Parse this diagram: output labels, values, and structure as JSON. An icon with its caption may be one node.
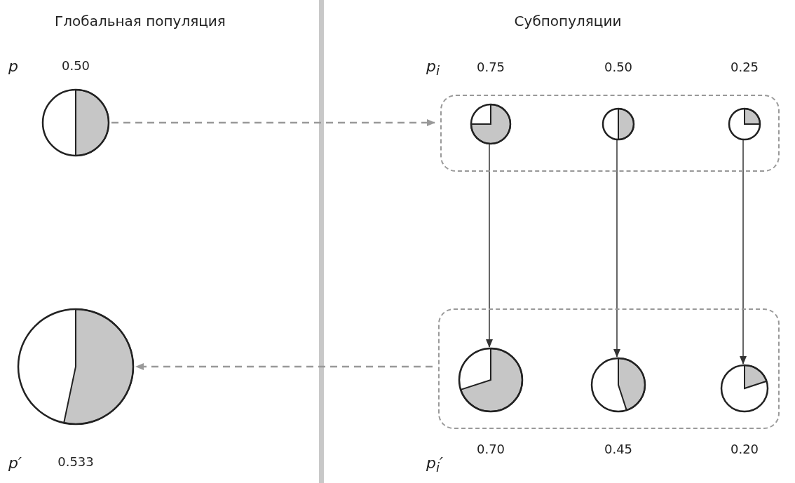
{
  "diagram": {
    "nodes": [
      {
        "text": [],
        "shape": "circle",
        "beside": [
          "0.50"
        ]
      },
      {
        "text": [],
        "shape": "box"
      },
      {
        "text": [],
        "shape": "circle",
        "beside": [
          "0.75"
        ],
        "in": 1
      },
      {
        "text": [],
        "shape": "circle",
        "beside": [
          "0.50"
        ],
        "in": 1
      },
      {
        "text": [],
        "shape": "circle",
        "beside": [
          "0.25"
        ],
        "in": 1
      },
      {
        "text": [],
        "shape": "box"
      },
      {
        "text": [],
        "shape": "circle",
        "beside": [
          "0.70"
        ],
        "in": 5
      },
      {
        "text": [],
        "shape": "circle",
        "beside": [
          "0.45"
        ],
        "in": 5
      },
      {
        "text": [],
        "shape": "circle",
        "beside": [
          "0.20"
        ],
        "in": 5
      },
      {
        "text": [],
        "shape": "circle",
        "beside": [
          "0.533"
        ]
      }
    ],
    "edges": [
      {
        "from": 0,
        "to": 1,
        "arrow": "to",
        "style": "dashed",
        "color": "#999999"
      },
      {
        "from": 2,
        "to": 6,
        "arrow": "to"
      },
      {
        "from": 3,
        "to": 7,
        "arrow": "to"
      },
      {
        "from": 4,
        "to": 8,
        "arrow": "to"
      },
      {
        "from": 5,
        "to": 9,
        "arrow": "to",
        "style": "dashed",
        "color": "#999999"
      }
    ],
    "labels": [
      "Глобальная популяция",
      "Субпопуляции",
      "p",
      "p$_{i}$",
      "p′",
      "p$_{i}$′"
    ]
  }
}
